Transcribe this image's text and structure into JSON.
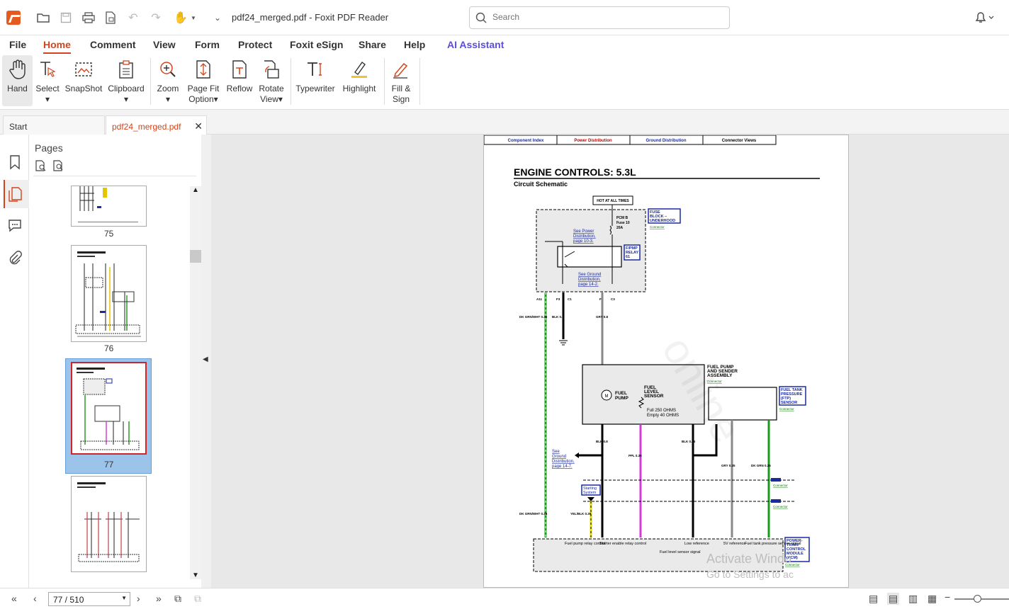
{
  "app": {
    "title": "pdf24_merged.pdf - Foxit PDF Reader",
    "search_placeholder": "Search"
  },
  "menus": [
    "File",
    "Home",
    "Comment",
    "View",
    "Form",
    "Protect",
    "Foxit eSign",
    "Share",
    "Help",
    "AI Assistant"
  ],
  "ribbon": {
    "hand": "Hand",
    "select": "Select",
    "snapshot": "SnapShot",
    "clipboard": "Clipboard",
    "zoom": "Zoom",
    "page_fit": "Page Fit",
    "option": "Option",
    "reflow": "Reflow",
    "rotate": "Rotate",
    "view": "View",
    "typewriter": "Typewriter",
    "highlight": "Highlight",
    "fill": "Fill &",
    "sign": "Sign"
  },
  "tabs": {
    "start": "Start",
    "doc": "pdf24_merged.pdf"
  },
  "panel": {
    "title": "Pages",
    "thumb_labels": [
      "75",
      "76",
      "77"
    ]
  },
  "status": {
    "page": "77 / 510"
  },
  "watermark": {
    "line1": "Activate Windo",
    "line2": "Go to Settings to ac"
  },
  "pdf": {
    "nav": [
      "Component Index",
      "Power Distribution",
      "Ground Distribution",
      "Connector Views"
    ],
    "title": "ENGINE CONTROLS: 5.3L",
    "subtitle": "Circuit Schematic",
    "hot": "HOT AT ALL TIMES",
    "fuse_block": [
      "FUSE",
      "BLOCK –",
      "UNDERHOOD"
    ],
    "connector": "Connector",
    "pcm_fuse": [
      "PCM B",
      "Fuse 10",
      "20A"
    ],
    "see_power": [
      "See Power",
      "Distribution,",
      "page 10-3."
    ],
    "relay": [
      "F/PMP",
      "RELAY",
      "61"
    ],
    "see_ground": [
      "See Ground",
      "Distribution,",
      "page 14-2."
    ],
    "fuel_pump_assy": [
      "FUEL PUMP",
      "AND SENDER",
      "ASSEMBLY"
    ],
    "fuel_pump": [
      "FUEL",
      "PUMP"
    ],
    "fuel_level": [
      "FUEL",
      "LEVEL",
      "SENSOR"
    ],
    "ohms": [
      "Full 250 OHMS",
      "Empty 40 OHMS"
    ],
    "ftp": [
      "FUEL TANK",
      "PRESSURE",
      "(FTP)",
      "SENSOR"
    ],
    "see_ground2": [
      "See",
      "Ground",
      "Distribution,",
      "page 14-7."
    ],
    "starting": [
      "Starting",
      "System"
    ],
    "pcm": [
      "POWER-",
      "TRAIN",
      "CONTROL",
      "MODULE",
      "(PCM)"
    ],
    "pcm_labels": [
      "Fuel pump relay control",
      "Starter enable relay control",
      "Fuel level sensor signal",
      "Low reference",
      "5V reference",
      "Fuel tank pressure sensor signal"
    ],
    "wires": [
      "DK GRN/WHT 0.35",
      "BLK 0.8",
      "GRY 0.8",
      "BLK 0.8",
      "PPL 0.35",
      "BLK 0.35",
      "GRY 0.35",
      "DK GRN 0.35",
      "YEL/BLK 0.35"
    ]
  }
}
